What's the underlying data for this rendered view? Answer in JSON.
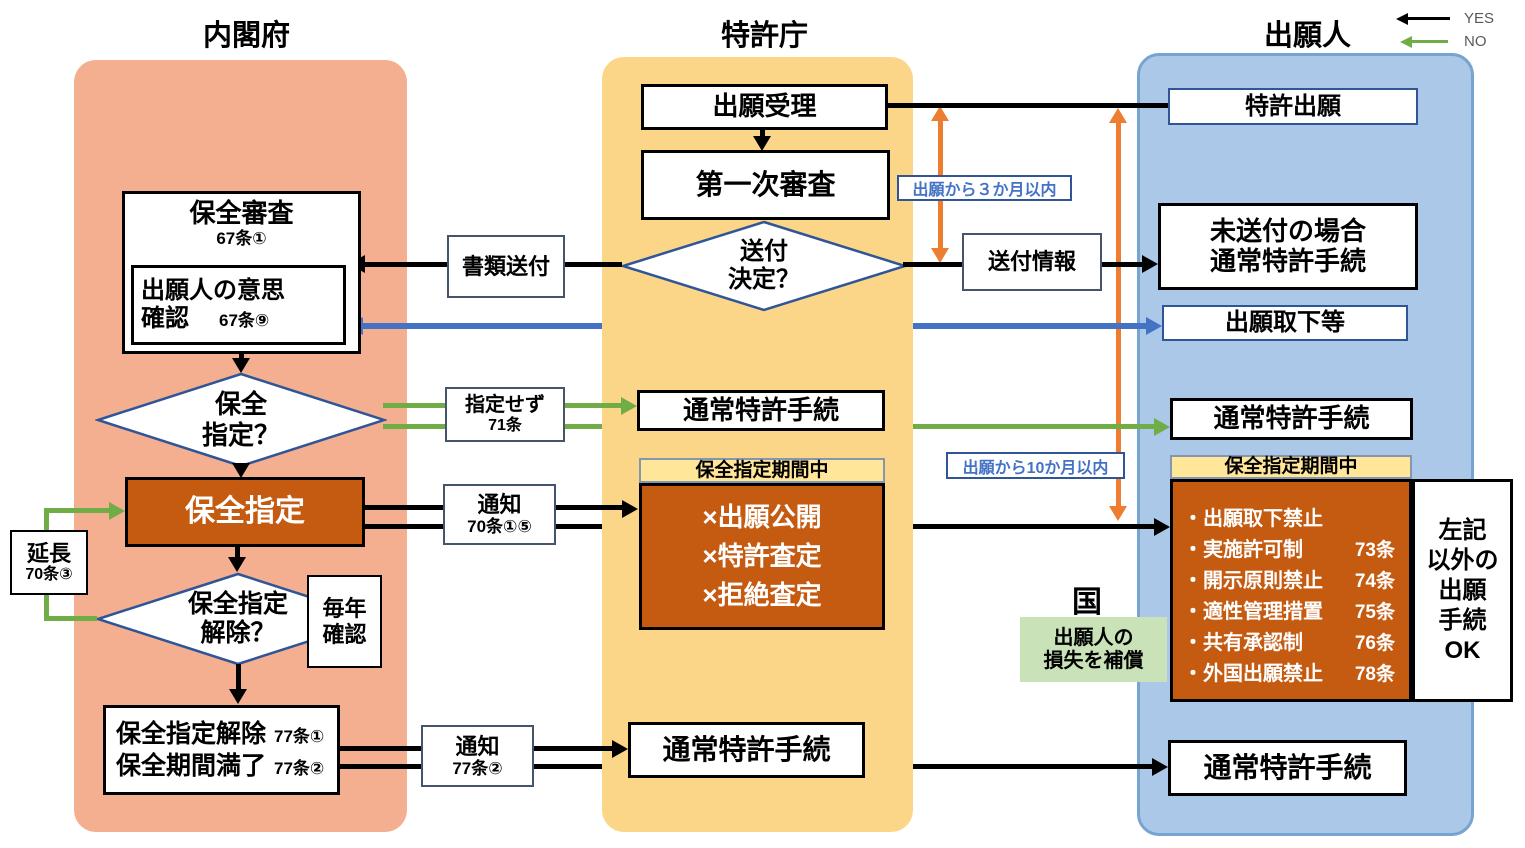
{
  "columns": {
    "cabinet": "内閣府",
    "jpo": "特許庁",
    "applicant": "出願人"
  },
  "legend": {
    "yes": "YES",
    "no": "NO"
  },
  "colors": {
    "arrow_yes": "#000000",
    "arrow_no": "#70AD47",
    "arrow_blue": "#4472C4",
    "arrow_orange": "#ED7D31",
    "restrict_box": "#C55A11",
    "period_header": "#FFE699",
    "cabinet_panel": "#F4AE90",
    "jpo_panel": "#FCD688",
    "applicant_panel": "#ABC8E8",
    "compensation_box": "#C9E2B8"
  },
  "cabinet": {
    "hozen_shinsa": {
      "title": "保全審査",
      "article": "67条①"
    },
    "ishi_kakunin": {
      "line1": "出願人の意思",
      "line2": "確認",
      "article": "67条⑨"
    },
    "hozen_shitei_q": {
      "line1": "保全",
      "line2": "指定？"
    },
    "hozen_shitei": "保全指定",
    "encho": {
      "title": "延長",
      "article": "70条③"
    },
    "kaijo_q": {
      "line1": "保全指定",
      "line2": "解除？"
    },
    "mainen": {
      "line1": "毎年",
      "line2": "確認"
    },
    "kaijo_box": {
      "line1": "保全指定解除",
      "article1": "77条①",
      "line2": "保全期間満了",
      "article2": "77条②"
    }
  },
  "jpo": {
    "juri": "出願受理",
    "shinsa": "第一次審査",
    "soufu_q": {
      "line1": "送付",
      "line2": "決定？"
    },
    "tsujo1": "通常特許手続",
    "kikan_header": "保全指定期間中",
    "kinshi": [
      "×出願公開",
      "×特許査定",
      "×拒絶査定"
    ],
    "tsujo2": "通常特許手続"
  },
  "connectors": {
    "shorui": "書類送付",
    "shitei_sezu": {
      "title": "指定せず",
      "article": "71条"
    },
    "tsuchi1": {
      "title": "通知",
      "article": "70条①⑤"
    },
    "tsuchi2": {
      "title": "通知",
      "article": "77条②"
    },
    "soufu_joho": "送付情報",
    "label_3months": "出願から３か月以内",
    "label_10months": "出願から10か月以内"
  },
  "applicant": {
    "shutsugan": "特許出願",
    "misofu": {
      "line1": "未送付の場合",
      "line2": "通常特許手続"
    },
    "torisage": "出願取下等",
    "tsujo1": "通常特許手続",
    "kikan_header": "保全指定期間中",
    "restrictions": [
      {
        "label": "・出願取下禁止",
        "article": ""
      },
      {
        "label": "・実施許可制",
        "article": "73条"
      },
      {
        "label": "・開示原則禁止",
        "article": "74条"
      },
      {
        "label": "・適性管理措置",
        "article": "75条"
      },
      {
        "label": "・共有承認制",
        "article": "76条"
      },
      {
        "label": "・外国出願禁止",
        "article": "78条"
      }
    ],
    "side_note": [
      "左記",
      "以外の",
      "出願",
      "手続",
      "OK"
    ],
    "kuni": "国",
    "hosho": {
      "line1": "出願人の",
      "line2": "損失を補償"
    },
    "tsujo2": "通常特許手続"
  }
}
